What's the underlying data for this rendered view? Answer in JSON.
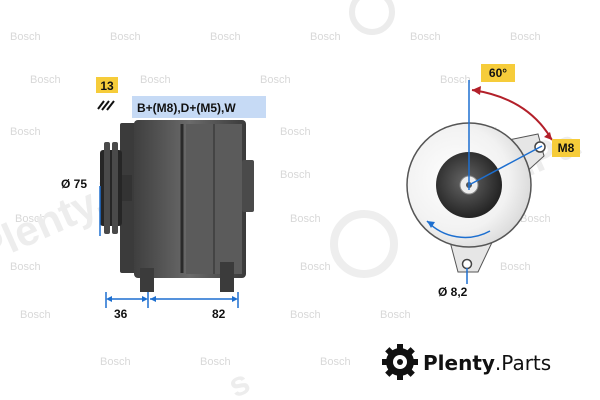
{
  "watermark": {
    "text": "Bosch",
    "big_left": "Plenty.Parts",
    "big_right": "Plenty.Pa",
    "big_bottom": "s"
  },
  "front_view": {
    "tag_number": "13",
    "terminals_label": "B+(M8),D+(M5),W",
    "pulley_diameter": "Ø 75",
    "dimension_left": "36",
    "dimension_right": "82"
  },
  "side_view": {
    "angle_label": "60°",
    "mount_thread": "M8",
    "hole_diameter": "Ø 8,2"
  },
  "brand": {
    "name": "Plenty",
    "suffix": ".Parts"
  },
  "colors": {
    "accent_blue": "#1d6fd0",
    "arrow_red": "#b3202a",
    "tag_yellow": "#f6cc3a",
    "label_bg": "#c6daf5"
  }
}
